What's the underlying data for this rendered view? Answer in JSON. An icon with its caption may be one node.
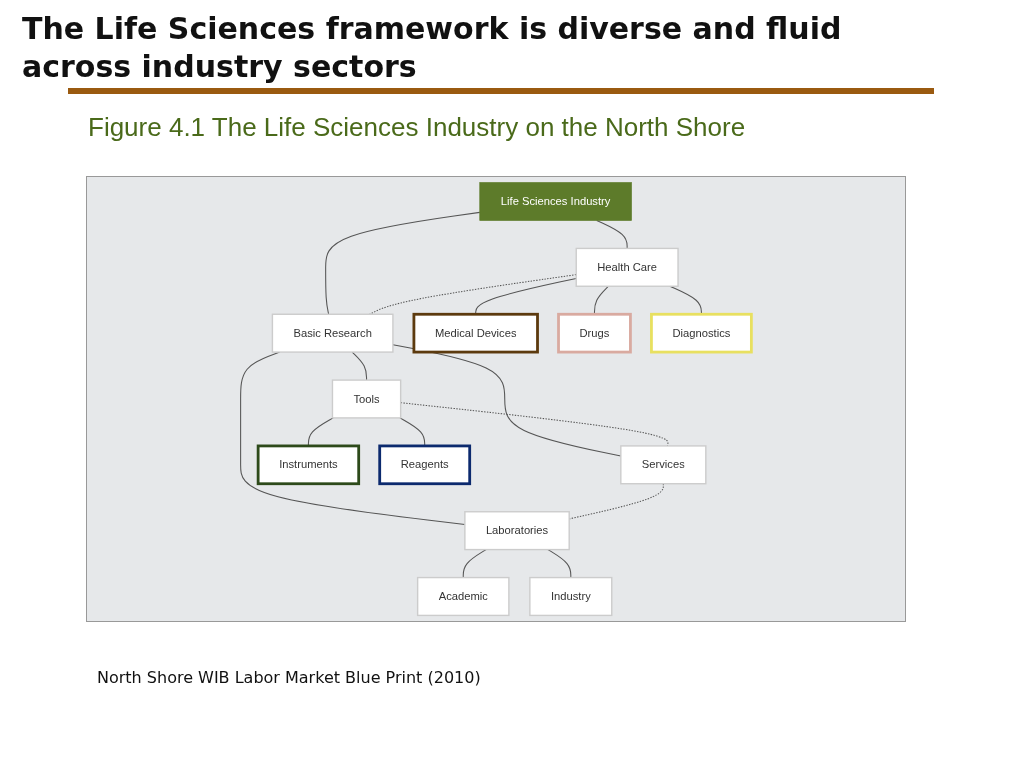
{
  "diagram": {
    "title": "The Life Sciences framework is diverse and fluid across industry sectors",
    "caption": "North Shore WIB Labor Market Blue Print (2010)",
    "labels": [
      "Figure 4.1 The Life Sciences Industry on the North Shore"
    ],
    "nodes": [
      {
        "text": [
          "Life Sciences Industry"
        ]
      },
      {
        "text": [
          "Health Care"
        ]
      },
      {
        "text": [
          "Basic Research"
        ]
      },
      {
        "text": [
          "Medical Devices"
        ]
      },
      {
        "text": [
          "Drugs"
        ]
      },
      {
        "text": [
          "Diagnostics"
        ]
      },
      {
        "text": [
          "Tools"
        ]
      },
      {
        "text": [
          "Services"
        ]
      },
      {
        "text": [
          "Laboratories"
        ]
      },
      {
        "text": [
          "Instruments"
        ]
      },
      {
        "text": [
          "Reagents"
        ]
      },
      {
        "text": [
          "Academic"
        ]
      },
      {
        "text": [
          "Industry"
        ]
      }
    ],
    "edges": [
      {
        "from": 0,
        "to": 1,
        "arrow": "none"
      },
      {
        "from": 0,
        "to": 2,
        "arrow": "none"
      },
      {
        "from": 1,
        "to": 2,
        "arrow": "none",
        "style": "dashed"
      },
      {
        "from": 1,
        "to": 3,
        "arrow": "none"
      },
      {
        "from": 1,
        "to": 4,
        "arrow": "none"
      },
      {
        "from": 1,
        "to": 5,
        "arrow": "none"
      },
      {
        "from": 2,
        "to": 6,
        "arrow": "none"
      },
      {
        "from": 2,
        "to": 7,
        "arrow": "none"
      },
      {
        "from": 2,
        "to": 8,
        "arrow": "none"
      },
      {
        "from": 6,
        "to": 7,
        "arrow": "none",
        "style": "dashed"
      },
      {
        "from": 7,
        "to": 8,
        "arrow": "none",
        "style": "dashed"
      },
      {
        "from": 6,
        "to": 9,
        "arrow": "none"
      },
      {
        "from": 6,
        "to": 10,
        "arrow": "none"
      },
      {
        "from": 8,
        "to": 11,
        "arrow": "none"
      },
      {
        "from": 8,
        "to": 12,
        "arrow": "none"
      }
    ]
  }
}
